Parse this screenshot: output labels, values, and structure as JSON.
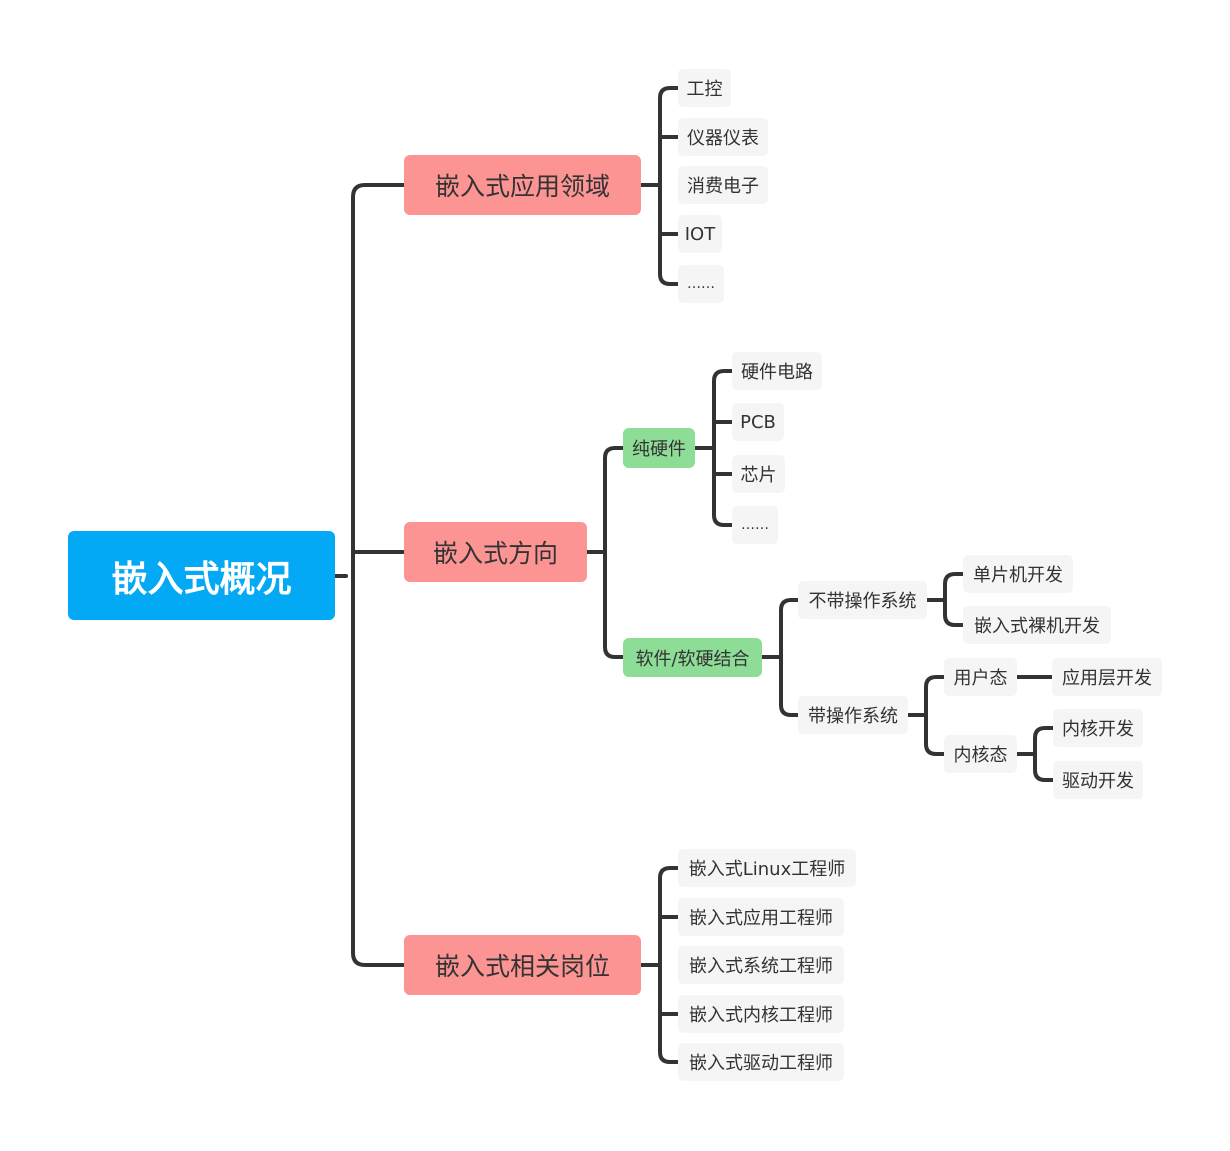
{
  "root": {
    "label": "嵌入式概况"
  },
  "fields": {
    "label": "嵌入式应用领域",
    "items": [
      "工控",
      "仪器仪表",
      "消费电子",
      "IOT",
      "……"
    ]
  },
  "direction": {
    "label": "嵌入式方向",
    "hardware": {
      "label": "纯硬件",
      "items": [
        "硬件电路",
        "PCB",
        "芯片",
        "……"
      ]
    },
    "software": {
      "label": "软件/软硬结合",
      "no_os": {
        "label": "不带操作系统",
        "items": [
          "单片机开发",
          "嵌入式裸机开发"
        ]
      },
      "with_os": {
        "label": "带操作系统",
        "user_mode": {
          "label": "用户态",
          "items": [
            "应用层开发"
          ]
        },
        "kernel_mode": {
          "label": "内核态",
          "items": [
            "内核开发",
            "驱动开发"
          ]
        }
      }
    }
  },
  "jobs": {
    "label": "嵌入式相关岗位",
    "items": [
      "嵌入式Linux工程师",
      "嵌入式应用工程师",
      "嵌入式系统工程师",
      "嵌入式内核工程师",
      "嵌入式驱动工程师"
    ]
  }
}
